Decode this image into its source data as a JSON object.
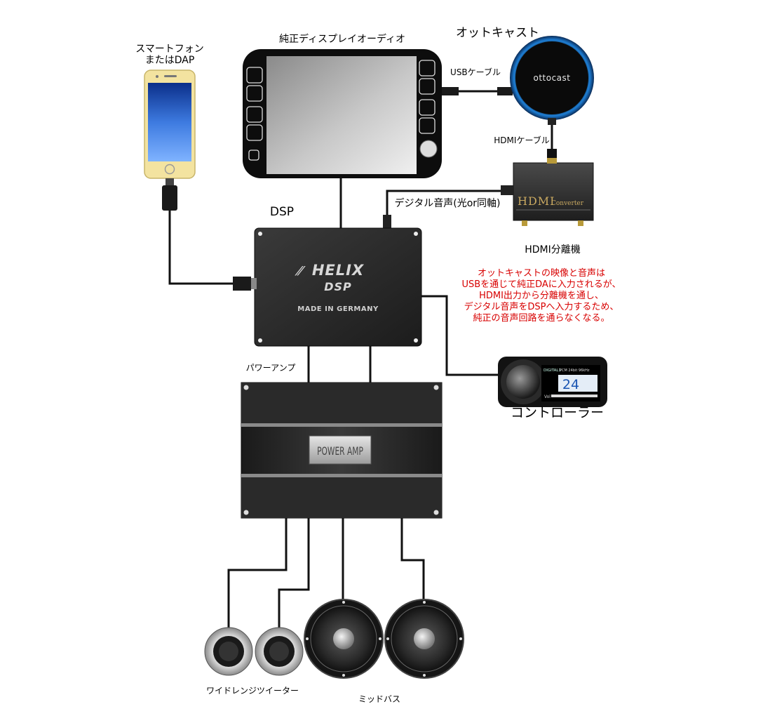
{
  "labels": {
    "phone_line1": "スマートフォン",
    "phone_line2": "またはDAP",
    "head_unit": "純正ディスプレイオーディオ",
    "ottocast": "オットキャスト",
    "usb_cable": "USBケーブル",
    "hdmi_cable": "HDMIケーブル",
    "digital_audio": "デジタル音声(光or同軸)",
    "hdmi_splitter": "HDMI分離機",
    "dsp": "DSP",
    "power_amp": "パワーアンプ",
    "controller": "コントローラー",
    "tweeter": "ワイドレンジツイーター",
    "midbass": "ミッドバス"
  },
  "devices": {
    "ottocast_logo": "ottocast",
    "hdmi_box_title": "HDMI",
    "hdmi_box_subtitle": "Converter",
    "dsp_brand": "HELIX",
    "dsp_model": "DSP",
    "dsp_made_in": "MADE IN GERMANY",
    "amp_plate": "POWER AMP",
    "controller_screen_top": "DIGITAL1",
    "controller_screen_info": "PCM 24bit 96kHz",
    "controller_value": "24",
    "controller_vol": "Vol"
  },
  "note_lines": [
    "オットキャストの映像と音声は",
    "USBを通じて純正DAに入力されるが、",
    "HDMI出力から分離機を通し、",
    "デジタル音声をDSPへ入力するため、",
    "純正の音声回路を通らなくなる。"
  ],
  "colors": {
    "note": "#d80000",
    "cable": "#111111",
    "device_body": "#2a2a2a",
    "phone_frame": "#f3e3a0",
    "ottocast_ring": "#1e7fd6"
  }
}
